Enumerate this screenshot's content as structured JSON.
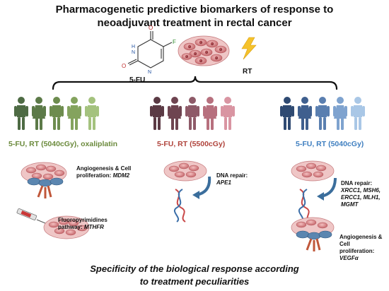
{
  "title": {
    "line1": "Pharmacogenetic predictive biomarkers of response to",
    "line2": "neoadjuvant treatment in rectal cancer"
  },
  "treatment_labels": {
    "drug": "5-FU",
    "radiation": "RT"
  },
  "arms": [
    {
      "title": "5-FU, RT (5040cGy), oxaliplatin",
      "color": "#6b8a3c",
      "people_colors": [
        "#4e6b44",
        "#5c7a48",
        "#6d8c4e",
        "#84a35e",
        "#a4c27e"
      ],
      "notes": [
        {
          "prefix": "Angiogenesis & Cell proliferation: ",
          "genes": "MDM2"
        },
        {
          "prefix": "Fluoropyrimidines pathway: ",
          "genes": "MTHFR"
        }
      ]
    },
    {
      "title": "5-FU, RT (5500cGy)",
      "color": "#b0443c",
      "people_colors": [
        "#5b3a44",
        "#6e4450",
        "#8e5a68",
        "#b7707e",
        "#d995a2"
      ],
      "notes": [
        {
          "prefix": "DNA repair: ",
          "genes": "APE1"
        }
      ]
    },
    {
      "title": "5-FU, RT (5040cGy)",
      "color": "#3f7fc0",
      "people_colors": [
        "#2f4a72",
        "#3f5f8e",
        "#5a7fb0",
        "#7fa3cf",
        "#a9c7e6"
      ],
      "notes": [
        {
          "prefix": "DNA repair: ",
          "genes": "XRCC1, MSH6, ERCC1, MLH1, MGMT"
        },
        {
          "prefix": "Angiogenesis & Cell proliferation: ",
          "genes": "VEGFα"
        }
      ]
    }
  ],
  "footer": {
    "line1": "Specificity of the biological response according",
    "line2": "to treatment peculiarities"
  },
  "colors": {
    "cell": "#d88a8c",
    "nucleus": "#a54247",
    "blood_vessel": "#5b86b0",
    "lightning": "#f5c22b",
    "arrow": "#3b6e9c"
  },
  "icons": [
    "five-fu-molecule",
    "cell-cluster",
    "lightning-bolt",
    "people-group",
    "dna-helix",
    "syringe",
    "curved-arrow",
    "blood-vessel"
  ]
}
